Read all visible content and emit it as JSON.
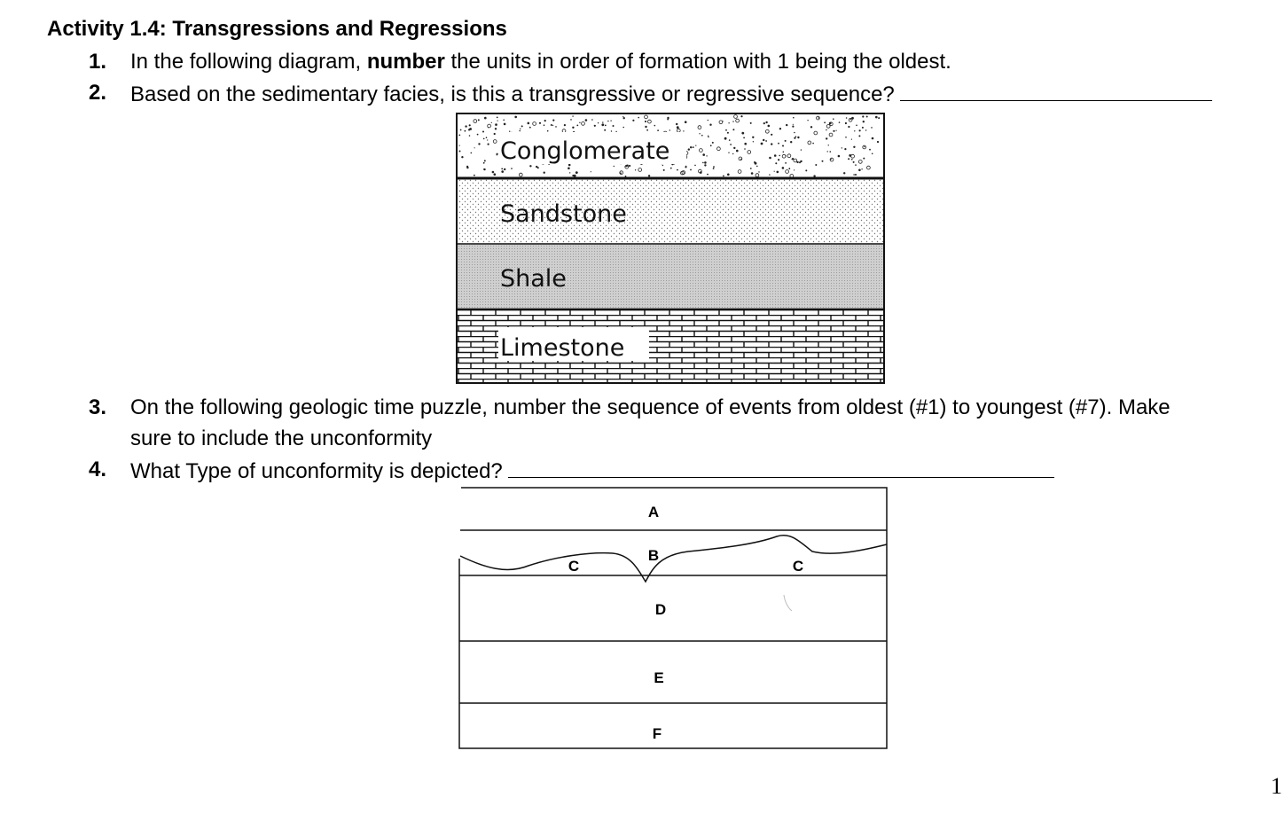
{
  "title": "Activity 1.4: Transgressions and Regressions",
  "questions": [
    {
      "number": "1.",
      "text_pre": "In the following diagram, ",
      "text_bold": "number",
      "text_post": " the units in order of formation with 1 being the oldest."
    },
    {
      "number": "2.",
      "text": "Based on the sedimentary facies, is this a transgressive or regressive sequence?"
    },
    {
      "number": "3.",
      "text": "On the following geologic time puzzle, number the sequence of events from oldest (#1) to youngest (#7). Make",
      "text_line2": "sure to include the unconformity"
    },
    {
      "number": "4.",
      "text": "What Type of unconformity is depicted?"
    }
  ],
  "facies_diagram": {
    "layers": [
      "Conglomerate",
      "Sandstone",
      "Shale",
      "Limestone"
    ]
  },
  "puzzle_diagram": {
    "labels": {
      "A": "A",
      "B": "B",
      "C_left": "C",
      "C_right": "C",
      "D": "D",
      "E": "E",
      "F": "F"
    }
  },
  "page_number": "1"
}
